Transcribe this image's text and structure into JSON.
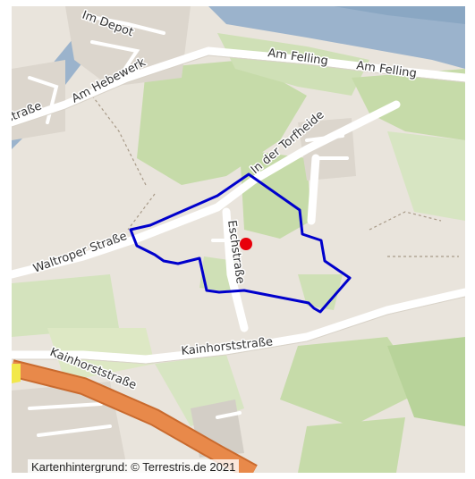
{
  "map": {
    "street_labels": {
      "im_depot": "Im Depot",
      "am_hebewerk": "Am Hebewerk",
      "strasse_fragment": "straße",
      "am_felling_1": "Am Felling",
      "am_felling_2": "Am Felling",
      "in_der_torfheide": "In der Torfheide",
      "waltroper_strasse": "Waltroper Straße",
      "eschstrasse": "Eschstraße",
      "kainhorststrasse_1": "Kainhorststraße",
      "kainhorststrasse_2": "Kainhorststraße"
    },
    "attribution": "Kartenhintergrund: © Terrestris.de 2021",
    "colors": {
      "boundary": "#0000cc",
      "marker": "#e8000b",
      "water": "#9bb3cc",
      "motorway": "#e8894a",
      "forest": "#c6dba9",
      "meadow": "#dde8c4",
      "background": "#e9e4dc"
    }
  }
}
